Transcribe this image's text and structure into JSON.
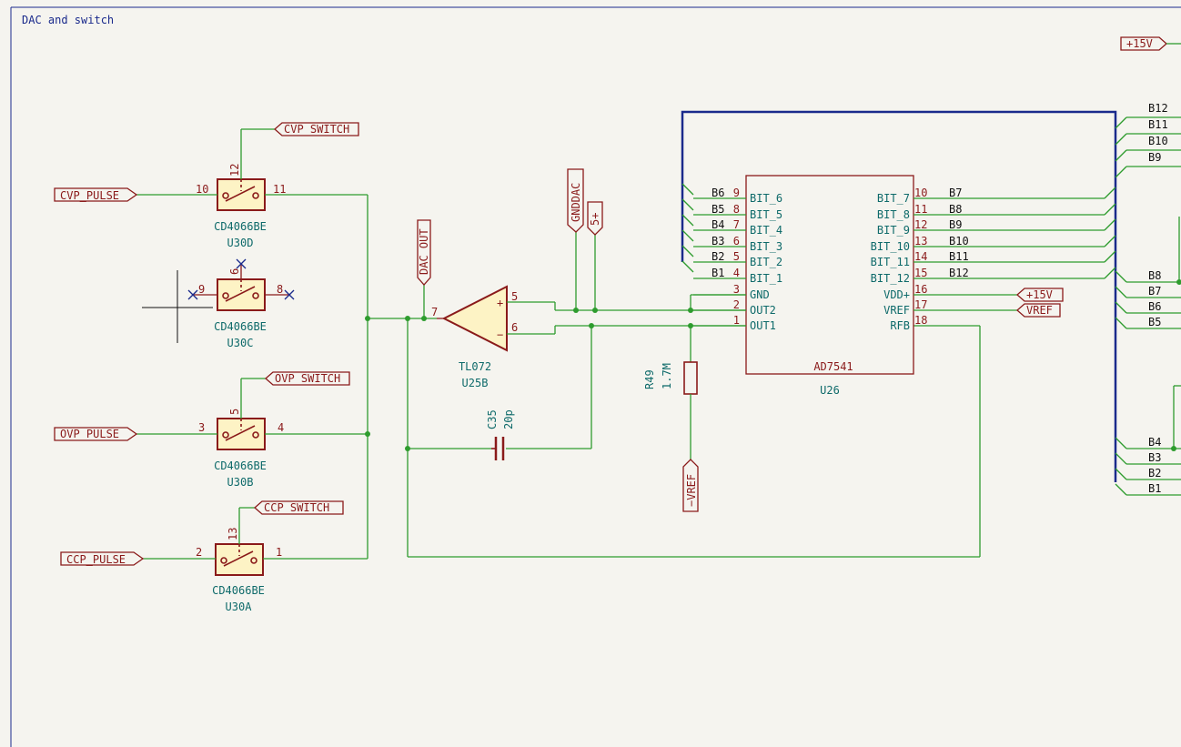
{
  "sheet": {
    "frame_title": "DAC and switch"
  },
  "switches": [
    {
      "name": "CD4066BE",
      "ref": "U30D",
      "pin_in": "10",
      "pin_out": "11",
      "pin_ctrl": "12",
      "input_label": "CVP_PULSE",
      "control_label": "CVP_SWITCH"
    },
    {
      "name": "CD4066BE",
      "ref": "U30C",
      "pin_in": "9",
      "pin_out": "8",
      "pin_ctrl": "6"
    },
    {
      "name": "CD4066BE",
      "ref": "U30B",
      "pin_in": "3",
      "pin_out": "4",
      "pin_ctrl": "5",
      "input_label": "OVP_PULSE",
      "control_label": "OVP_SWITCH"
    },
    {
      "name": "CD4066BE",
      "ref": "U30A",
      "pin_in": "2",
      "pin_out": "1",
      "pin_ctrl": "13",
      "input_label": "CCP_PULSE",
      "control_label": "CCP_SWITCH"
    }
  ],
  "opamp": {
    "name": "TL072",
    "ref": "U25B",
    "pin_out": "7",
    "pin_plus": "5",
    "pin_minus": "6",
    "sign_plus": "+",
    "sign_minus": "−"
  },
  "capacitor": {
    "ref": "C35",
    "value": "20p"
  },
  "resistor": {
    "ref": "R49",
    "value": "1.7M"
  },
  "net_labels": {
    "dac_out": "DAC OUT",
    "gnddac": "GNDDAC",
    "five_plus": "5+",
    "minus_vref": "−VREF",
    "plus15v_top": "+15V",
    "plus15v_dac": "+15V",
    "vref": "VREF"
  },
  "dac": {
    "name": "AD7541",
    "ref": "U26",
    "left_pins": [
      {
        "net": "B6",
        "num": "9",
        "name": "BIT_6"
      },
      {
        "net": "B5",
        "num": "8",
        "name": "BIT_5"
      },
      {
        "net": "B4",
        "num": "7",
        "name": "BIT_4"
      },
      {
        "net": "B3",
        "num": "6",
        "name": "BIT_3"
      },
      {
        "net": "B2",
        "num": "5",
        "name": "BIT_2"
      },
      {
        "net": "B1",
        "num": "4",
        "name": "BIT_1"
      },
      {
        "net": "",
        "num": "3",
        "name": "GND"
      },
      {
        "net": "",
        "num": "2",
        "name": "OUT2"
      },
      {
        "net": "",
        "num": "1",
        "name": "OUT1"
      }
    ],
    "right_pins": [
      {
        "net": "B7",
        "num": "10",
        "name": "BIT_7"
      },
      {
        "net": "B8",
        "num": "11",
        "name": "BIT_8"
      },
      {
        "net": "B9",
        "num": "12",
        "name": "BIT_9"
      },
      {
        "net": "B10",
        "num": "13",
        "name": "BIT_10"
      },
      {
        "net": "B11",
        "num": "14",
        "name": "BIT_11"
      },
      {
        "net": "B12",
        "num": "15",
        "name": "BIT_12"
      },
      {
        "net": "",
        "num": "16",
        "name": "VDD+"
      },
      {
        "net": "",
        "num": "17",
        "name": "VREF"
      },
      {
        "net": "",
        "num": "18",
        "name": "RFB"
      }
    ]
  },
  "bus_entries_right_top": [
    "B12",
    "B11",
    "B10",
    "B9"
  ],
  "bus_entries_right_mid": [
    "B8",
    "B7",
    "B6",
    "B5"
  ],
  "bus_entries_right_bottom": [
    "B4",
    "B3",
    "B2",
    "B1"
  ],
  "colors": {
    "background": "#f5f4ef",
    "wire": "#2e9c2e",
    "bus": "#1a2a8c",
    "symbol": "#8a1a1a",
    "body_fill": "#fdf3c5",
    "pin_text": "#8a1a1a",
    "ref_text": "#0e6a6a",
    "junction": "#2e9c2e",
    "frame": "#1a2a8c"
  }
}
